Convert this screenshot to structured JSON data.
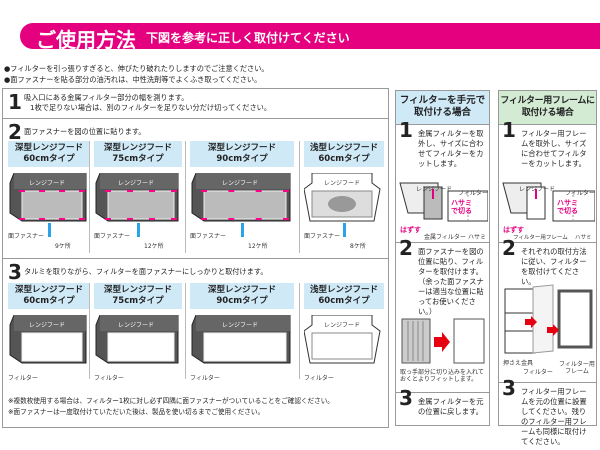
{
  "header": {
    "title": "ご使用方法",
    "subtitle": "下図を参考に正しく取付けてください"
  },
  "notes": [
    "●フィルターを引っ張りすぎると、伸びたり破れたりしますのでご注意ください。",
    "●面ファスナーを貼る部分の油汚れは、中性洗剤等でよくふき取ってください。"
  ],
  "main": {
    "step1": {
      "num": "1",
      "line1": "吸入口にある金属フィルター部分の幅を測ります。",
      "line2": "1枚で足りない場合は、別のフィルターを足りない分だけ切ってください。"
    },
    "step2": {
      "num": "2",
      "text": "面ファスナーを図の位置に貼ります。"
    },
    "step3": {
      "num": "3",
      "text": "タルミを取りながら、フィルターを面ファスナーにしっかりと取付けます。"
    },
    "types": [
      {
        "l1": "深型レンジフード",
        "l2": "60cmタイプ",
        "count": "9ケ所"
      },
      {
        "l1": "深型レンジフード",
        "l2": "75cmタイプ",
        "count": "12ケ所"
      },
      {
        "l1": "深型レンジフード",
        "l2": "90cmタイプ",
        "count": "12ケ所"
      },
      {
        "l1": "浅型レンジフード",
        "l2": "60cmタイプ",
        "count": "8ケ所"
      }
    ],
    "hood_label": "レンジフード",
    "fastener_label": "面ファスナー",
    "filter_label": "フィルター",
    "footnotes": [
      "※複数枚使用する場合は、フィルター1枚に対し必ず四隅に面ファスナーがついていることをご確認ください。",
      "※面ファスナーは一度取付けていただいた後は、製品を使い切るまでご使用ください。"
    ]
  },
  "hand": {
    "title1": "フィルターを手元で",
    "title2": "取付ける場合",
    "s1": {
      "num": "1",
      "text": "金属フィルターを取外し、サイズに合わせてフィルターをカットします。"
    },
    "labels": {
      "hood": "レンジフード",
      "filter": "フィルター",
      "cut": "ハサミで切る",
      "remove": "はずす",
      "metal": "金属フィルター",
      "scissors": "ハサミ"
    },
    "s2": {
      "num": "2",
      "text": "面ファスナーを図の位置に貼り、フィルターを取付けます。（余った面ファスナーは適当な位置に貼ってお使いください。）",
      "tip": "取っ手部分に切り込みを入れておくとよりフィットします。"
    },
    "s3": {
      "num": "3",
      "text": "金属フィルターを元の位置に戻します。"
    }
  },
  "frame": {
    "title1": "フィルター用フレームに",
    "title2": "取付ける場合",
    "s1": {
      "num": "1",
      "text": "フィルター用フレームを取外し、サイズに合わせてフィルターをカットします。"
    },
    "labels": {
      "hood": "レンジフード",
      "filter": "フィルター",
      "cut": "ハサミで切る",
      "remove": "はずす",
      "frame": "フィルター用フレーム",
      "scissors": "ハサミ",
      "plate": "押さえ金具",
      "filter2": "フィルター",
      "frame2": "フィルター用フレーム"
    },
    "s2": {
      "num": "2",
      "text": "それぞれの取付方法に従い、フィルターを取付けてください。"
    },
    "s3": {
      "num": "3",
      "text": "フィルター用フレームを元の位置に設置してください。残りのフィルター用フレームも同様に取付けてください。"
    }
  },
  "colors": {
    "accent": "#e4007f",
    "label_bg": "#cfe9f7",
    "frame_bg": "#d3ead3"
  }
}
